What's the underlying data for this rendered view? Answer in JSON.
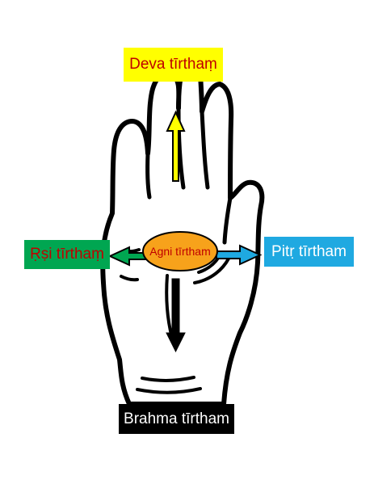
{
  "labels": {
    "deva": "Deva tīrthaṃ",
    "rsi": "Ṛṣi tīrthaṃ",
    "pitr": "Pitṛ tīrtham",
    "brahma": "Brahma tīrtham",
    "agni": "Agni tīrtham"
  },
  "colors": {
    "deva_bg": "#ffff00",
    "deva_text": "#c00000",
    "rsi_bg": "#00a651",
    "rsi_text": "#c00000",
    "pitr_bg": "#1fa9e1",
    "pitr_text": "#ffffff",
    "brahma_bg": "#000000",
    "brahma_text": "#ffffff",
    "agni_fill": "#f7a21b",
    "agni_text": "#c00000",
    "arrow_up": "#ffff00",
    "arrow_left": "#00a651",
    "arrow_right": "#1fa9e1",
    "arrow_down": "#000000",
    "outline": "#000000"
  }
}
